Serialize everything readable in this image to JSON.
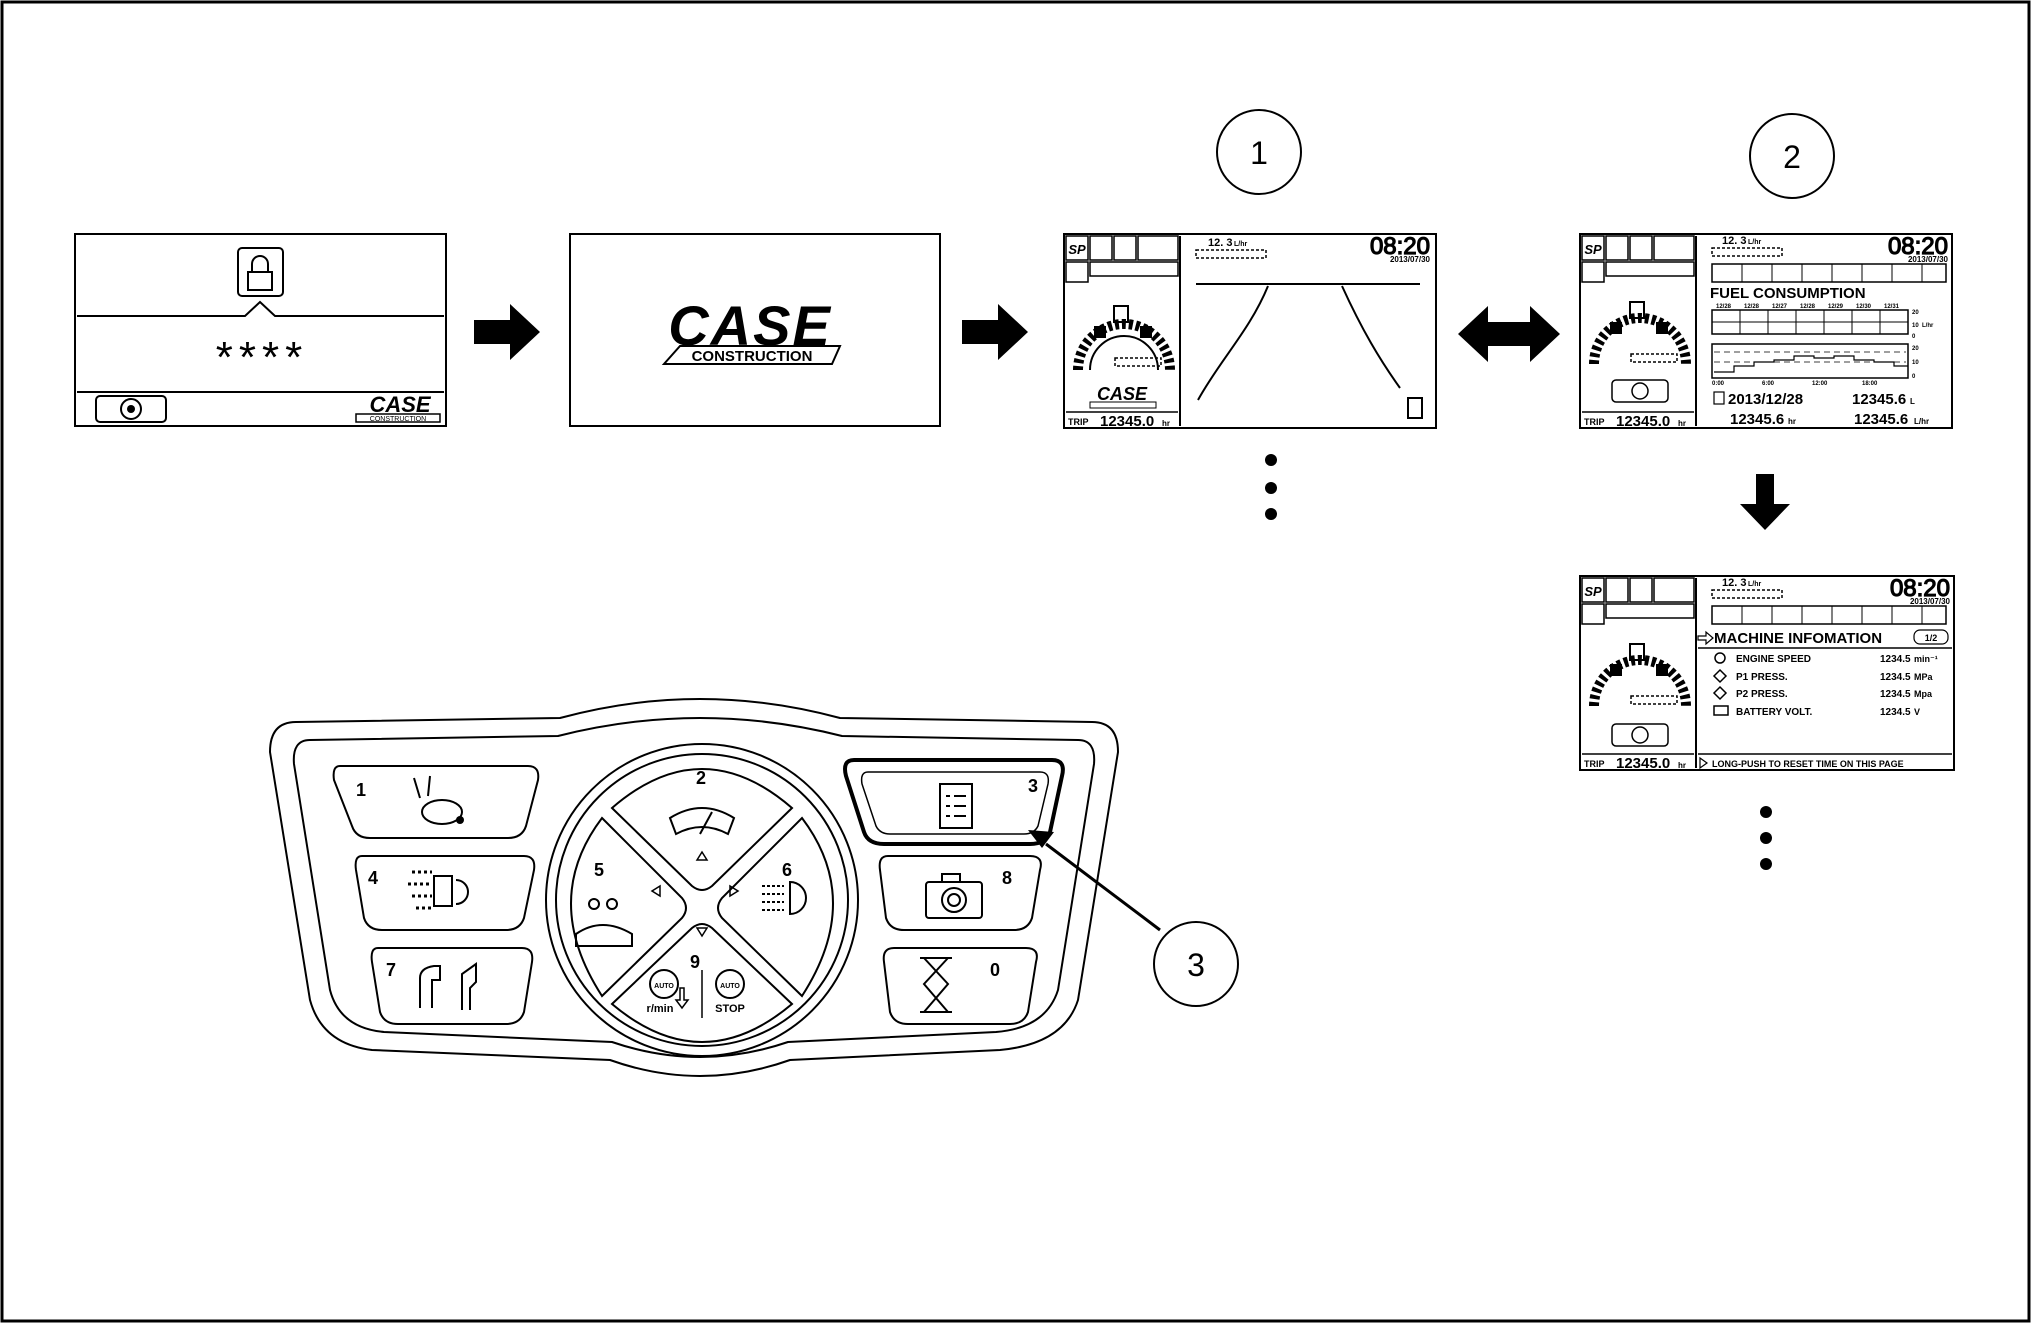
{
  "colors": {
    "ink": "#000000",
    "paper": "#ffffff"
  },
  "callouts": {
    "c1": "1",
    "c2": "2",
    "c3": "3"
  },
  "screens": {
    "password": {
      "mask": "****",
      "icon": "padlock-icon",
      "logo_main": "CASE",
      "logo_sub": "CONSTRUCTION"
    },
    "splash": {
      "logo_main": "CASE",
      "logo_sub": "CONSTRUCTION"
    },
    "status_bar": {
      "fuel_rate_value": "12. 3",
      "fuel_rate_unit": "L/hr",
      "time": "08:20",
      "date": "2013/07/30",
      "sp_label": "SP",
      "trip_label": "TRIP",
      "trip_value": "12345.0",
      "trip_unit": "hr"
    },
    "fuel": {
      "title": "FUEL CONSUMPTION",
      "bar_dates": [
        "12/28",
        "12/28",
        "12/27",
        "12/28",
        "12/29",
        "12/30",
        "12/31"
      ],
      "bar_axis": [
        "20",
        "10",
        "0"
      ],
      "bar_unit": "L/hr",
      "hour_axis": [
        "20",
        "10",
        "0"
      ],
      "hour_ticks": [
        "0:00",
        "6:00",
        "12:00",
        "18:00"
      ],
      "date": "2013/12/28",
      "volume": "12345.6",
      "volume_unit": "L",
      "hours": "12345.6",
      "hours_unit": "hr",
      "rate": "12345.6",
      "rate_unit": "L/hr"
    },
    "machine": {
      "title": "MACHINE INFOMATION",
      "page": "1/2",
      "rows": [
        {
          "label": "ENGINE SPEED",
          "value": "1234.5",
          "unit": "min⁻¹"
        },
        {
          "label": "P1 PRESS.",
          "value": "1234.5",
          "unit": "MPa"
        },
        {
          "label": "P2 PRESS.",
          "value": "1234.5",
          "unit": "Mpa"
        },
        {
          "label": "BATTERY VOLT.",
          "value": "1234.5",
          "unit": "V"
        }
      ],
      "hint": "LONG-PUSH TO RESET TIME ON THIS PAGE"
    }
  },
  "keypad": {
    "keys": [
      {
        "num": "1",
        "icon": "rabbit-icon"
      },
      {
        "num": "2",
        "icon": "wiper-icon"
      },
      {
        "num": "3",
        "icon": "menu-list-icon"
      },
      {
        "num": "4",
        "icon": "washer-icon"
      },
      {
        "num": "5",
        "icon": "windshield-wiper-icon"
      },
      {
        "num": "6",
        "icon": "work-light-icon"
      },
      {
        "num": "7",
        "icon": "camera-icon"
      },
      {
        "num": "8",
        "icon": "attachment-icon"
      },
      {
        "num": "9",
        "icon": "auto-idle-icon"
      },
      {
        "num": "0",
        "icon": "hourglass-icon"
      }
    ],
    "auto_label": "AUTO",
    "rpm_label": "r/min",
    "stop_label": "STOP"
  }
}
